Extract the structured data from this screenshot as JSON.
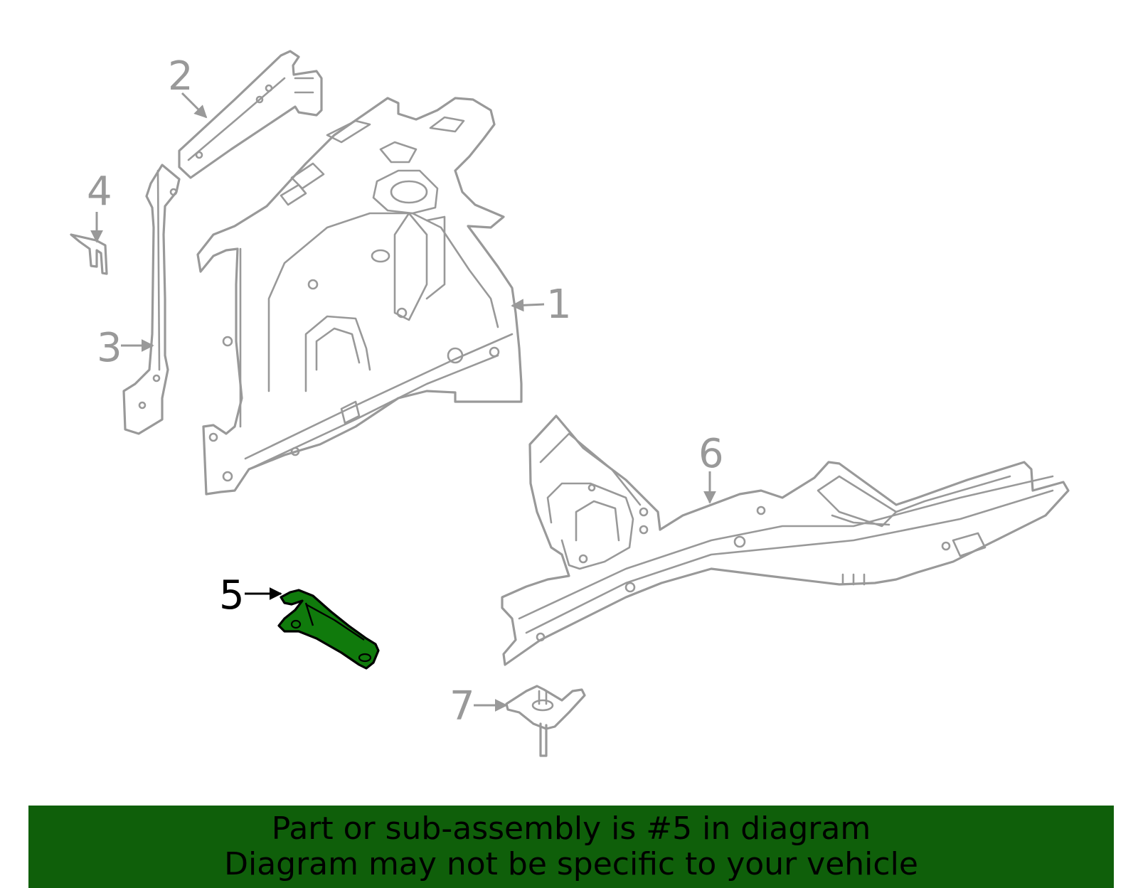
{
  "diagram": {
    "callouts": [
      {
        "id": "1",
        "label": "1"
      },
      {
        "id": "2",
        "label": "2"
      },
      {
        "id": "3",
        "label": "3"
      },
      {
        "id": "4",
        "label": "4"
      },
      {
        "id": "5",
        "label": "5"
      },
      {
        "id": "6",
        "label": "6"
      },
      {
        "id": "7",
        "label": "7"
      }
    ],
    "highlighted_part": "5",
    "colors": {
      "part_outline": "#999999",
      "highlight_fill": "#107a0c",
      "highlight_outline": "#000000",
      "banner_background": "#0f5f0a",
      "banner_text": "#000000"
    }
  },
  "banner": {
    "line1": "Part or sub-assembly is #5 in diagram",
    "line2": "Diagram may not be specific to your vehicle"
  }
}
